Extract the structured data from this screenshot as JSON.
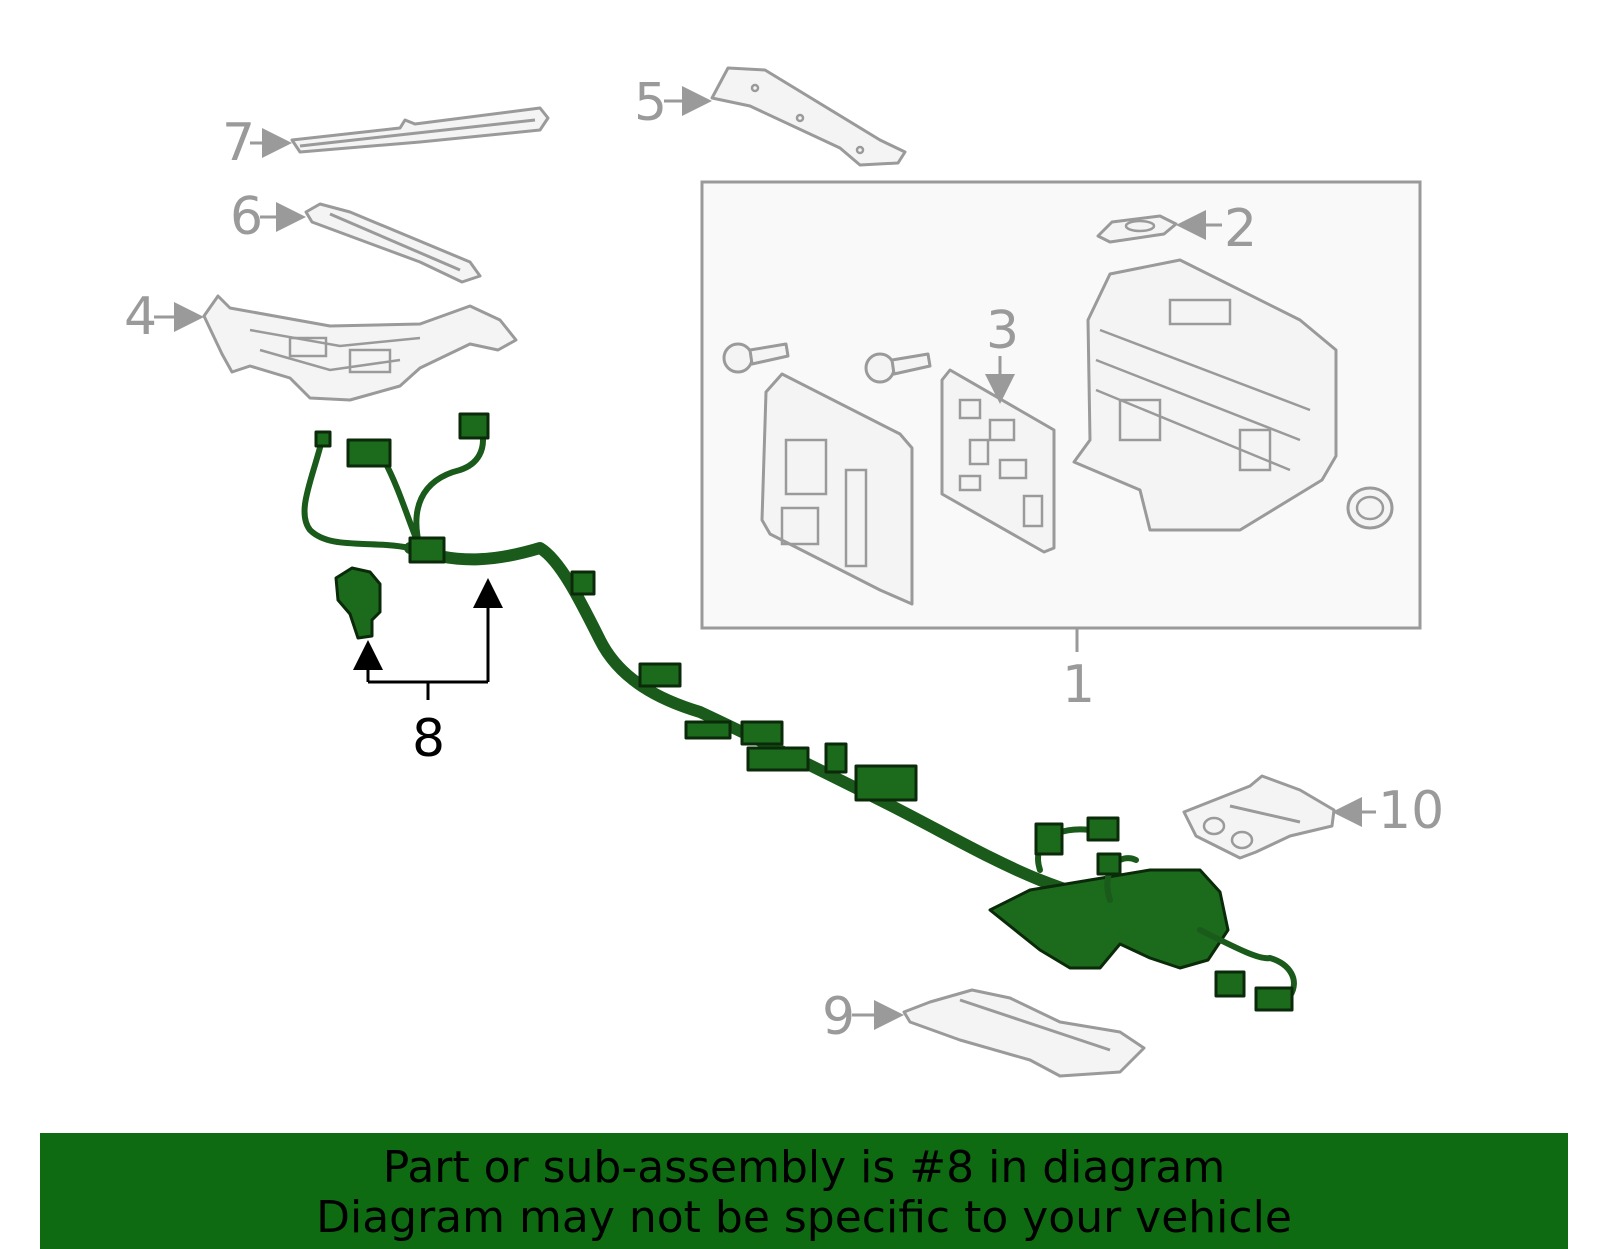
{
  "callouts": {
    "c1": "1",
    "c2": "2",
    "c3": "3",
    "c4": "4",
    "c5": "5",
    "c6": "6",
    "c7": "7",
    "c8": "8",
    "c9": "9",
    "c10": "10"
  },
  "banner": {
    "line1": "Part or sub-assembly is #8 in diagram",
    "line2": "Diagram may not be specific to your vehicle"
  },
  "colors": {
    "highlight_part": "#1c6b1c",
    "banner_background": "#0f6b12",
    "other_parts_outline": "#9a9a9a"
  }
}
